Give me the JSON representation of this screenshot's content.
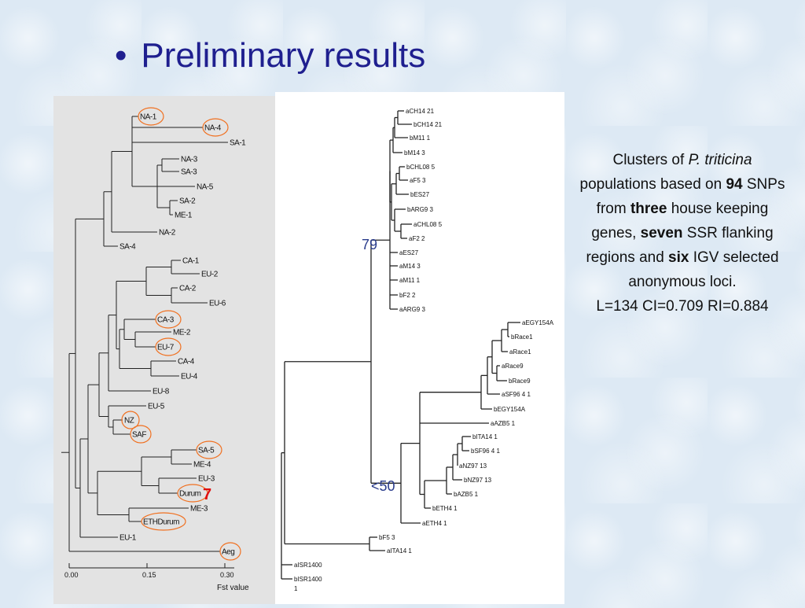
{
  "slide": {
    "bullet": "•",
    "title": "Preliminary results"
  },
  "caption": {
    "line1_pre": "Clusters of ",
    "species": "P. triticina",
    "line2_pre": "populations based on ",
    "snp_count": "94",
    "line2_post": " SNPs",
    "line3_pre": "from ",
    "gene_count": "three",
    "line3_post": " house keeping",
    "line4_pre": "genes, ",
    "ssr_count": "seven",
    "line4_post": " SSR flanking",
    "line5_pre": "regions and ",
    "igv_count": "six",
    "line5_post": " IGV selected",
    "line6": "anonymous loci.",
    "stats": "L=134  CI=0.709 RI=0.884"
  },
  "left_tree": {
    "leaves": [
      "NA-1",
      "NA-4",
      "SA-1",
      "NA-3",
      "SA-3",
      "NA-5",
      "SA-2",
      "ME-1",
      "NA-2",
      "SA-4",
      "CA-1",
      "EU-2",
      "CA-2",
      "EU-6",
      "CA-3",
      "ME-2",
      "EU-7",
      "CA-4",
      "EU-4",
      "EU-8",
      "EU-5",
      "NZ",
      "SAF",
      "SA-5",
      "ME-4",
      "EU-3",
      "Durum",
      "ME-3",
      "ETHDurum",
      "EU-1",
      "Aeg"
    ],
    "axis_ticks": [
      "0.00",
      "0.15",
      "0.30"
    ],
    "axis_label": "Fst value",
    "highlight_number": "7",
    "circle_color": "#f07020"
  },
  "right_tree": {
    "leaves": [
      "aCH14 21",
      "bCH14 21",
      "bM11 1",
      "bM14 3",
      "bCHL08 5",
      "aF5 3",
      "bES27",
      "bARG9 3",
      "aCHL08 5",
      "aF2 2",
      "aES27",
      "aM14 3",
      "aM11 1",
      "bF2 2",
      "aARG9 3",
      "aEGY154A",
      "bRace1",
      "aRace1",
      "aRace9",
      "bRace9",
      "aSF96 4 1",
      "bEGY154A",
      "aAZB5 1",
      "bITA14 1",
      "bSF96 4 1",
      "aNZ97 13",
      "bNZ97 13",
      "bAZB5 1",
      "bETH4 1",
      "aETH4 1",
      "bF5 3",
      "aITA14 1",
      "aISR1400",
      "bISR1400",
      "1"
    ],
    "support_top": "79",
    "support_bottom": "<50",
    "support_color": "#2a3c8c"
  }
}
